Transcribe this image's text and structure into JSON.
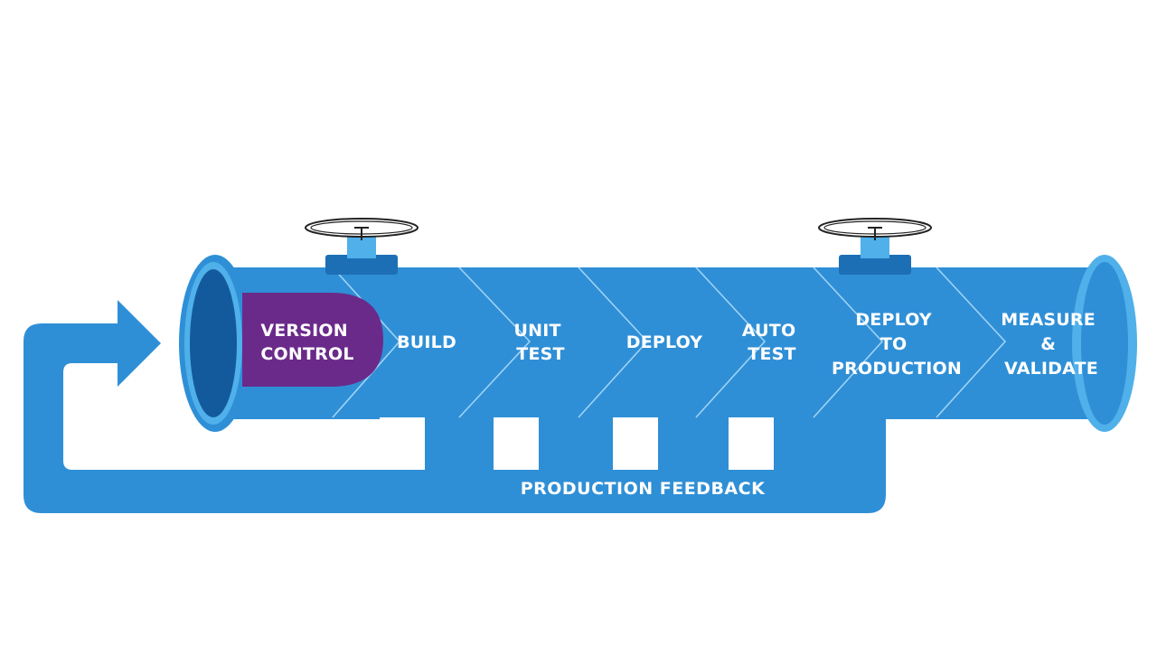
{
  "diagram": {
    "stages": [
      {
        "id": "version-control",
        "lines": [
          "VERSION",
          "CONTROL"
        ]
      },
      {
        "id": "build",
        "lines": [
          "BUILD"
        ]
      },
      {
        "id": "unit-test",
        "lines": [
          "UNIT",
          "TEST"
        ]
      },
      {
        "id": "deploy",
        "lines": [
          "DEPLOY"
        ]
      },
      {
        "id": "auto-test",
        "lines": [
          "AUTO",
          "TEST"
        ]
      },
      {
        "id": "deploy-to-production",
        "lines": [
          "DEPLOY",
          "TO",
          "PRODUCTION"
        ]
      },
      {
        "id": "measure-validate",
        "lines": [
          "MEASURE",
          "&",
          "VALIDATE"
        ]
      }
    ],
    "feedback_label": "PRODUCTION FEEDBACK"
  },
  "colors": {
    "pipe": "#2f8fd6",
    "pipe_dark": "#1d6fb5",
    "pipe_light": "#4fb0ea",
    "highlight": "#6a2a8a",
    "opening_dark": "#135a9c",
    "valve_wheel": "#222222"
  },
  "icons": {
    "valve": "valve-wheel-icon",
    "arrow": "feedback-arrow-icon"
  }
}
